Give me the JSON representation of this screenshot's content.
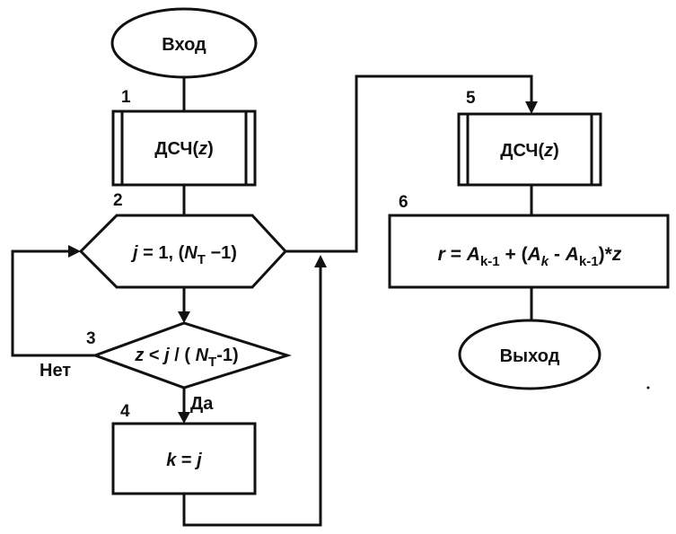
{
  "start": {
    "label": "Вход"
  },
  "end": {
    "label": "Выход"
  },
  "blocks": [
    {
      "num": "1",
      "func": "ДСЧ(",
      "arg": "z",
      "close": ")"
    },
    {
      "num": "2",
      "var": "j",
      "eq": " = 1, (",
      "N": "N",
      "sub": "Т",
      "tail": " −1)"
    },
    {
      "num": "3",
      "z": "z",
      "lt": " < ",
      "j": "j",
      "mid": " / ( ",
      "N": "N",
      "sub": "Т",
      "tail": "-1)"
    },
    {
      "num": "4",
      "k": "k",
      "eq": " = ",
      "j": "j"
    },
    {
      "num": "5",
      "func": "ДСЧ(",
      "arg": "z",
      "close": ")"
    },
    {
      "num": "6",
      "r": "r",
      "eq": " = ",
      "A1": "A",
      "s1": "k-1",
      "plus": " + (",
      "A2": "A",
      "s2": "k",
      "minus": " - ",
      "A3": "A",
      "s3": "k-1",
      "tail": ")*",
      "z": "z"
    }
  ],
  "branches": {
    "no": "Нет",
    "yes": "Да"
  }
}
